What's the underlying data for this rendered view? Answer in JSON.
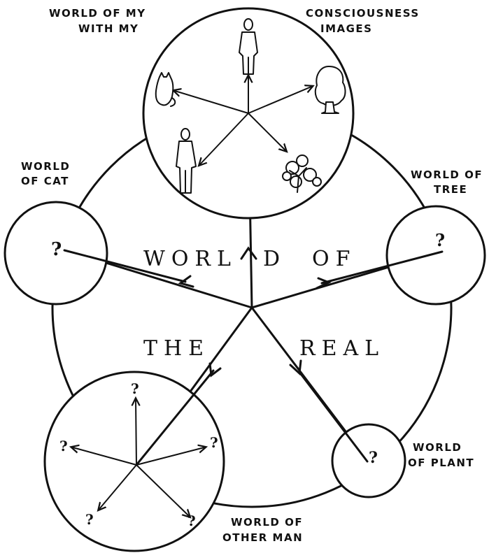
{
  "labels": {
    "world_of_my": "WORLD OF MY",
    "with_my": "WITH MY",
    "consciousness": "CONSCIOUSNESS",
    "images": "IMAGES",
    "world_of_cat_1": "WORLD",
    "world_of_cat_2": "OF CAT",
    "world_of_tree_1": "WORLD OF",
    "world_of_tree_2": "TREE",
    "world_of_plant_1": "WORLD",
    "world_of_plant_2": "OF PLANT",
    "world_of_other_man_1": "WORLD OF",
    "world_of_other_man_2": "OTHER MAN"
  },
  "central_text": {
    "worl": "WORL",
    "d": "D",
    "of": "OF",
    "the": "THE",
    "real": "REAL"
  },
  "question_mark": "?"
}
